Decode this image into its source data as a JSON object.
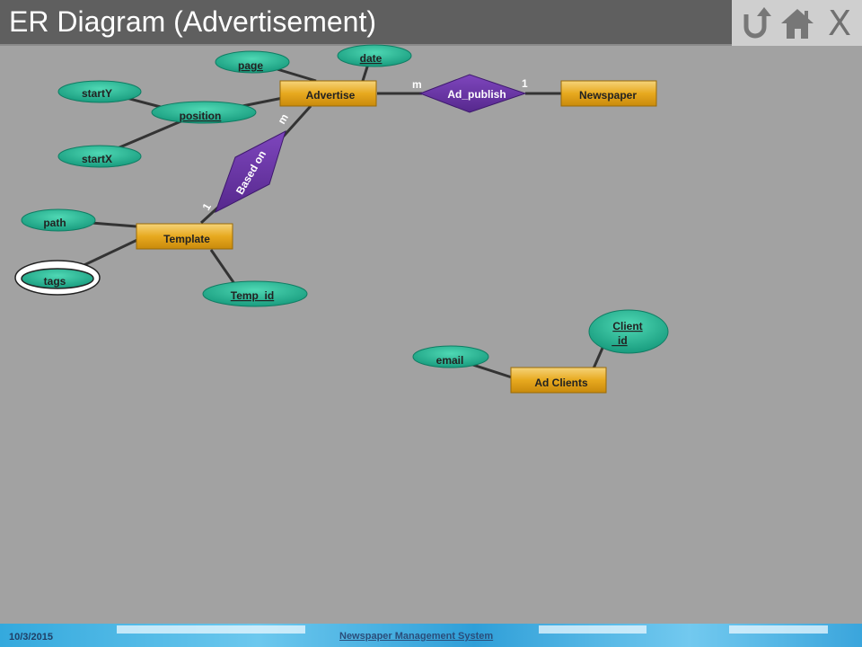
{
  "slide": {
    "title": "ER Diagram (Advertisement)"
  },
  "nav": {
    "back_icon": "undo-arrow-icon",
    "home_icon": "home-icon",
    "close_label": "X"
  },
  "diagram": {
    "entities": {
      "advertise": "Advertise",
      "newspaper": "Newspaper",
      "template": "Template",
      "ad_clients": "Ad Clients"
    },
    "relationships": {
      "ad_publish": "Ad_publish",
      "based_on": "Based on"
    },
    "attributes": {
      "page": "page",
      "date": "date",
      "startY": "startY",
      "position": "position",
      "startX": "startX",
      "path": "path",
      "tags": "tags",
      "temp_id": "Temp_id",
      "client_id_line1": "Client",
      "client_id_line2": "_id",
      "email": "email"
    },
    "cardinalities": {
      "ad_publish_advertise": "m",
      "ad_publish_newspaper": "1",
      "based_on_advertise": "m",
      "based_on_template": "1"
    }
  },
  "colors": {
    "entity_fill": "#e7a91f",
    "relationship_fill": "#6a34a5",
    "attribute_fill": "#1fae8c",
    "background": "#a2a2a2"
  },
  "footer": {
    "date": "10/3/2015",
    "title": "Newspaper  Management  System"
  }
}
